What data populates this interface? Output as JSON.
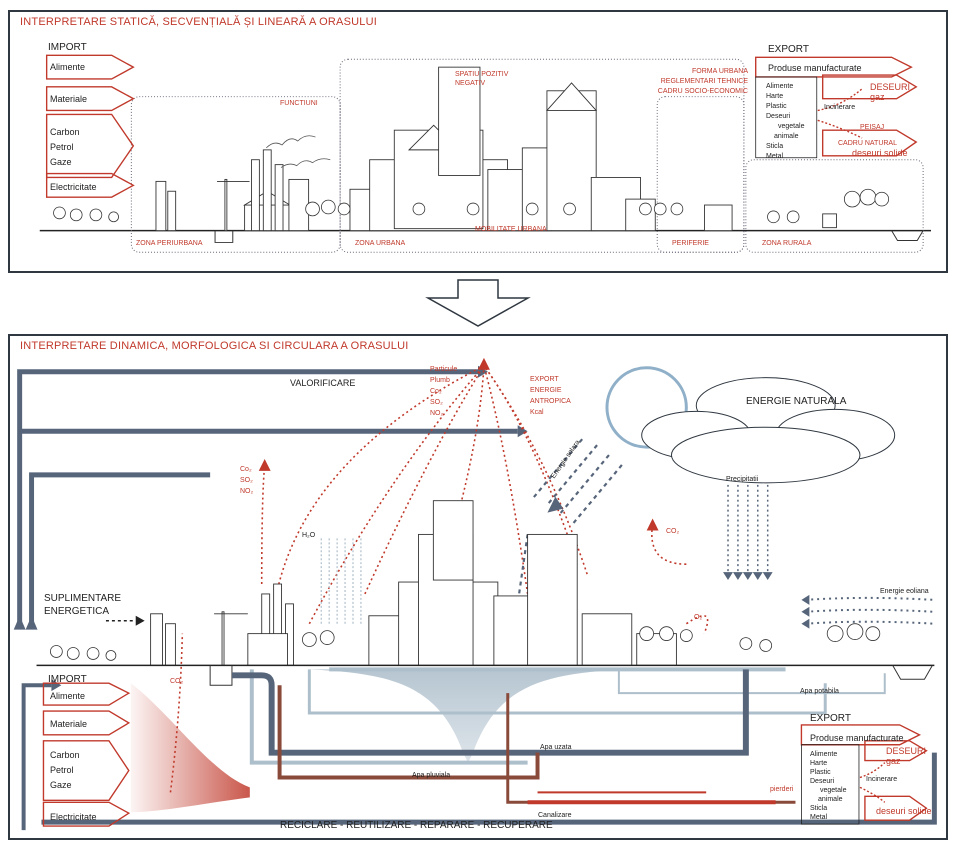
{
  "panel1": {
    "title": "INTERPRETARE STATICĂ, SECVENȚIALĂ ȘI LINEARĂ A ORASULUI",
    "import_label": "IMPORT",
    "import_items": [
      "Alimente",
      "Materiale",
      "Carbon",
      "Petrol",
      "Gaze",
      "Electricitate"
    ],
    "export_label": "EXPORT",
    "export_top": "Produse manufacturate",
    "waste_list": [
      "Alimente",
      "Harte",
      "Plastic",
      "Deseuri",
      "vegetale",
      "animale",
      "Sticla",
      "Metal"
    ],
    "deseuri_gaz": "DESEURI gaz",
    "incinerare": "Incinerare",
    "peisaj": "PEISAJ",
    "cadru_natural": "CADRU NATURAL",
    "deseuri_solide": "deseuri solide",
    "functiuni": "FUNCTIUNI",
    "spatiu": "SPATIU POZITIV NEGATIV",
    "forma_urbana": "FORMA URBANA",
    "reglementari": "REGLEMENTARI TEHNICE",
    "cadru_socio": "CADRU SOCIO-ECONOMIC",
    "zona_periurbana": "ZONA PERIURBANA",
    "zona_urbana": "ZONA URBANA",
    "mobilitate": "MOBILITATE URBANA",
    "periferie": "PERIFERIE",
    "zona_rurala": "ZONA RURALA"
  },
  "panel2": {
    "title": "INTERPRETARE DINAMICA, MORFOLOGICA SI CIRCULARA A ORASULUI",
    "valorificare": "VALORIFICARE",
    "pollutants": [
      "Particule",
      "Plumb",
      "Co₂",
      "SO₂",
      "NO₂"
    ],
    "export_energie": [
      "EXPORT",
      "ENERGIE",
      "ANTROPICA",
      "Kcal"
    ],
    "energie_naturala": "ENERGIE NATURALA",
    "energie_solara": "Energie solara",
    "co_left": [
      "Co₂",
      "SO₂",
      "NO₂"
    ],
    "h2o": "H₂O",
    "precipitatii": "Precipitatii",
    "co2_right": "CO₂",
    "o2": "O₂",
    "suplimentare": [
      "SUPLIMENTARE",
      "ENERGETICA"
    ],
    "energie_eoliana": "Energie eoliana",
    "import_label": "IMPORT",
    "import_items": [
      "Alimente",
      "Materiale",
      "Carbon",
      "Petrol",
      "Gaze",
      "Electricitate"
    ],
    "co2_ground": "CO₂",
    "apa_potabila": "Apa potabila",
    "apa_uzata": "Apa uzata",
    "apa_pluviala": "Apa pluviala",
    "canalizare": "Canalizare",
    "pierderi": "pierderi",
    "export_label": "EXPORT",
    "export_top": "Produse manufacturate",
    "waste_list": [
      "Alimente",
      "Harte",
      "Plastic",
      "Deseuri",
      "vegetale",
      "animale",
      "Sticla",
      "Metal"
    ],
    "deseuri_gaz": "DESEURI gaz",
    "incinerare": "Incinerare",
    "deseuri_solide": "deseuri solide",
    "bottom_cycle": "RECICLARE - REUTILIZARE - REPARARE - RECUPERARE"
  },
  "colors": {
    "red": "#c0392b",
    "slate": "#56657a",
    "lightblue": "#aebfcc",
    "brown": "#8a4a3a"
  }
}
